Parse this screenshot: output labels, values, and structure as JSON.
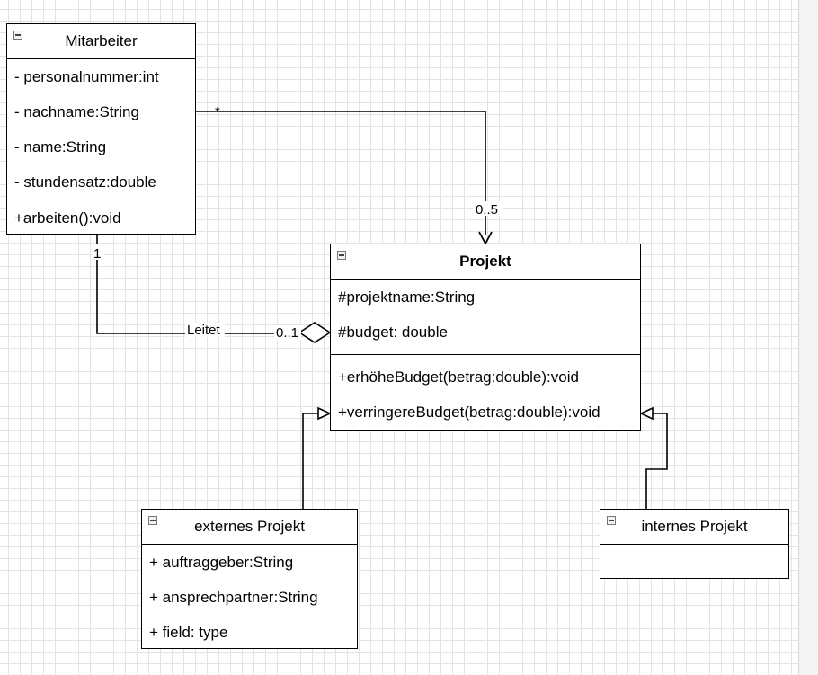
{
  "classes": {
    "mitarbeiter": {
      "name": "Mitarbeiter",
      "attributes": [
        "- personalnummer:int",
        "- nachname:String",
        "- name:String",
        "- stundensatz:double"
      ],
      "methods": [
        "+arbeiten():void"
      ]
    },
    "projekt": {
      "name": "Projekt",
      "attributes": [
        "#projektname:String",
        "#budget: double"
      ],
      "methods": [
        "+erhöheBudget(betrag:double):void",
        "+verringereBudget(betrag:double):void"
      ]
    },
    "externes_projekt": {
      "name": "externes Projekt",
      "attributes": [
        "+ auftraggeber:String",
        "+ ansprechpartner:String",
        "+ field: type"
      ]
    },
    "internes_projekt": {
      "name": "internes Projekt",
      "attributes": []
    }
  },
  "relations": {
    "association": {
      "source_multiplicity": "*",
      "target_multiplicity": "0..5",
      "style": "directed association"
    },
    "aggregation": {
      "name": "Leitet",
      "source_multiplicity": "1",
      "target_multiplicity": "0..1",
      "style": "aggregation"
    },
    "generalizations": [
      "externes Projekt → Projekt",
      "internes Projekt → Projekt"
    ]
  }
}
